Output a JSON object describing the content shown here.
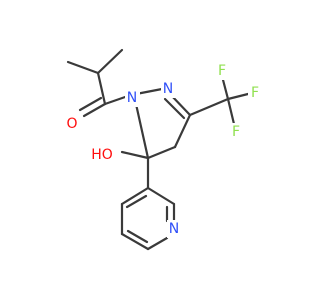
{
  "molecule": {
    "atoms": {
      "o_carbonyl": "O",
      "n1": "N",
      "n2": "N",
      "oh": "HO",
      "f_top": "F",
      "f_right": "F",
      "f_bottom": "F",
      "n_pyridine": "N"
    },
    "colors": {
      "bond": "#3a3a3a",
      "oxygen": "#ff0d0d",
      "nitrogen": "#3050f8",
      "fluorine": "#90e050"
    }
  }
}
